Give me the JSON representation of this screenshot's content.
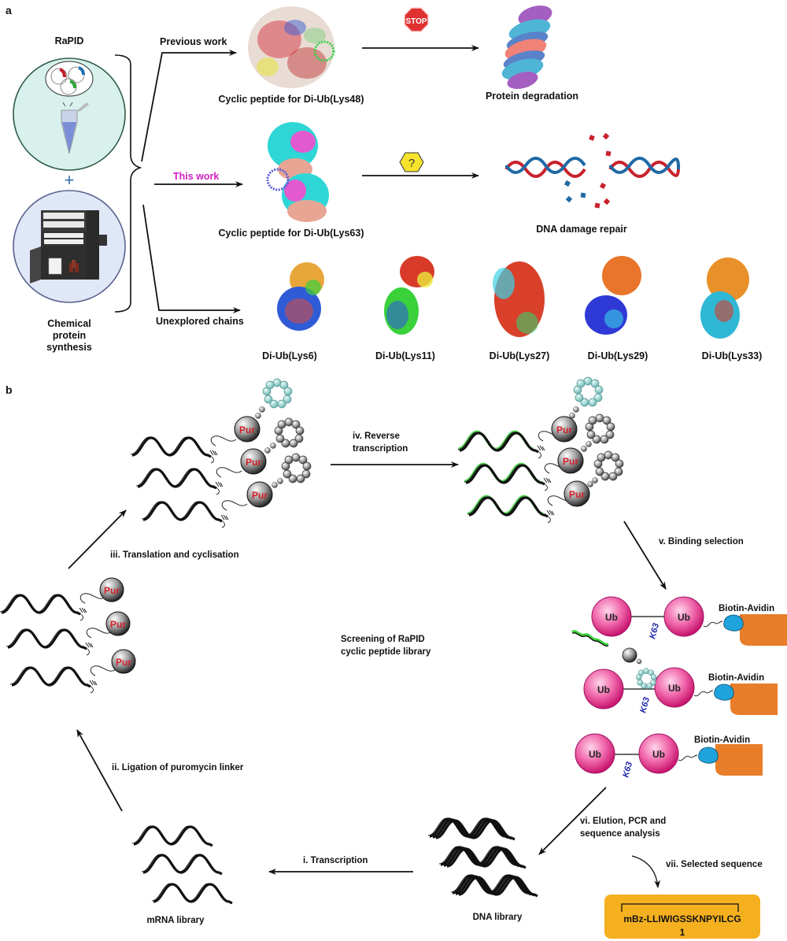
{
  "panel_a": {
    "label": "a",
    "rapid_label": "RaPID",
    "plus_sign": "+",
    "cps_label_lines": [
      "Chemical",
      "protein",
      "synthesis"
    ],
    "branches": {
      "previous": {
        "label": "Previous work",
        "structure_caption": "Cyclic peptide for Di-Ub(Lys48)",
        "sign_text": "STOP",
        "outcome_caption": "Protein degradation"
      },
      "this": {
        "label": "This work",
        "structure_caption": "Cyclic peptide for Di-Ub(Lys63)",
        "sign_text": "?",
        "outcome_caption": "DNA damage repair"
      },
      "unexplored": {
        "label": "Unexplored chains",
        "chains": [
          "Di-Ub(Lys6)",
          "Di-Ub(Lys11)",
          "Di-Ub(Lys27)",
          "Di-Ub(Lys29)",
          "Di-Ub(Lys33)"
        ]
      }
    },
    "colors": {
      "this_work": "#d21fc0",
      "rapid_circle": "#d8f1ec",
      "cps_circle": "#e0e7f7",
      "stop_sign": "#e03131",
      "question_sign": "#f7e32b",
      "dna_red": "#c8222d",
      "dna_blue": "#1f6aa6"
    }
  },
  "panel_b": {
    "label": "b",
    "center_title_lines": [
      "Screening of RaPID",
      "cyclic peptide library"
    ],
    "steps": {
      "i": "i. Transcription",
      "ii": "ii. Ligation of puromycin linker",
      "iii": "iii. Translation and cyclisation",
      "iv_lines": [
        "iv. Reverse",
        "transcription"
      ],
      "v": "v. Binding selection",
      "vi_lines": [
        "vi. Elution, PCR and",
        "sequence analysis"
      ],
      "vii": "vii. Selected sequence"
    },
    "pur_label": "Pur",
    "ub_label": "Ub",
    "linkage_label": "K63",
    "biotin_label": "Biotin-Avidin",
    "mrna_library_label": "mRNA library",
    "dna_library_label": "DNA library",
    "selected_sequence": "mBz-LLIWIGSSKNPYILCG",
    "compound_number": "1",
    "colors": {
      "ub": "#e8348f",
      "avidin": "#e87d2a",
      "biotin": "#1fa3dc",
      "cdna": "#3ad13a",
      "sequence_box": "#f5b01f",
      "selected_ring": "#8fd3cf"
    }
  }
}
